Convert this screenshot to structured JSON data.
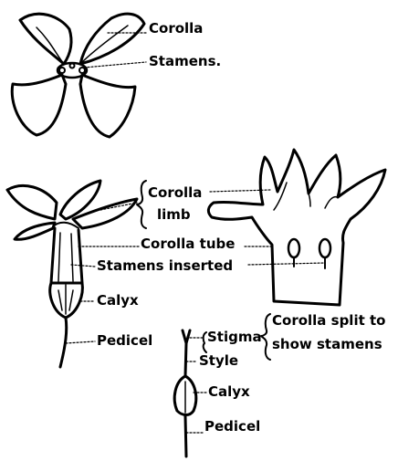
{
  "labels": {
    "top_corolla": "Corolla",
    "top_stamens": "Stamens.",
    "corolla_limb_1": "Corolla",
    "corolla_limb_2": "limb",
    "corolla_tube": "Corolla tube",
    "stamens_inserted": "Stamens inserted",
    "calyx_left": "Calyx",
    "pedicel_left": "Pedicel",
    "split_1": "Corolla split to",
    "split_2": "show stamens",
    "stigma": "Stigma",
    "style": "Style",
    "calyx_pistil": "Calyx",
    "pedicel_pistil": "Pedicel"
  }
}
